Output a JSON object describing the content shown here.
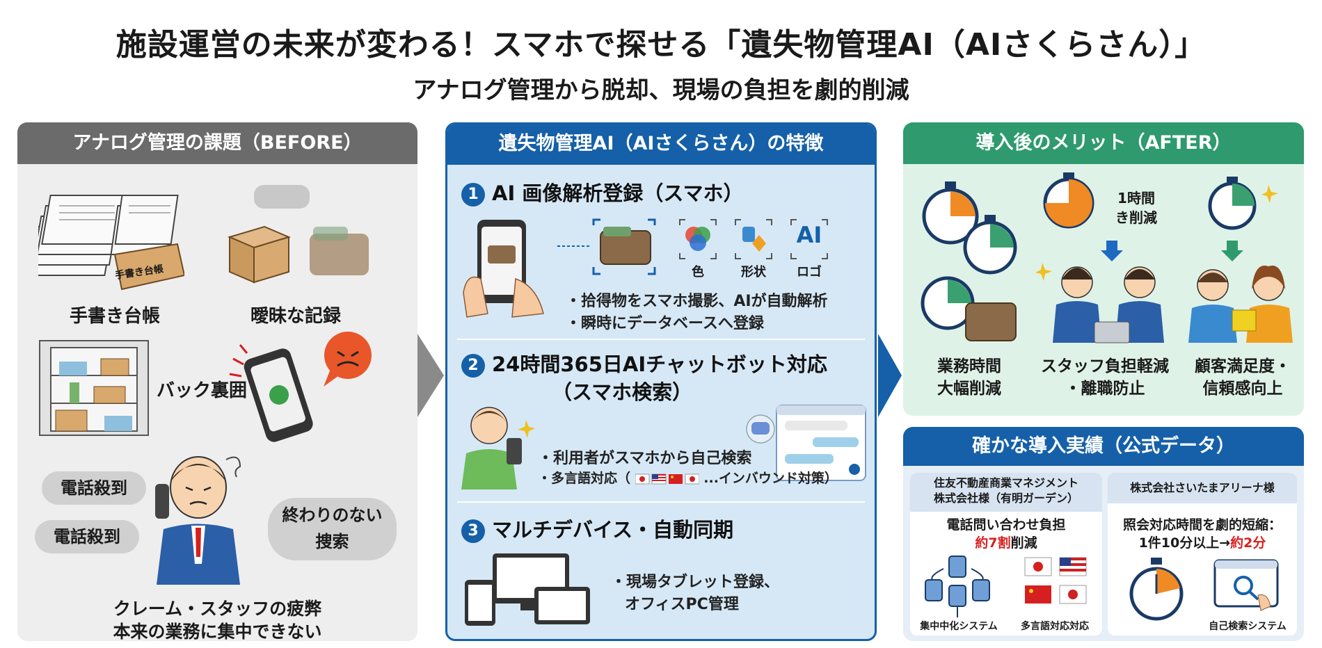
{
  "header": {
    "title": "施設運営の未来が変わる！スマホで探せる「遺失物管理AI（AIさくらさん）」",
    "subtitle": "アナログ管理から脱却、現場の負担を劇的削減"
  },
  "before": {
    "heading": "アナログ管理の課題（BEFORE）",
    "ledger_tag": "手書き台帳",
    "ledger_label": "手書き台帳",
    "vague_label": "曖昧な記録",
    "backyard_label": "バック裏囲",
    "phone_bubble_1": "電話殺到",
    "phone_bubble_2": "電話殺到",
    "search_bubble": "終わりのない\n捜索",
    "footer_line_1": "クレーム・スタッフの疲弊",
    "footer_line_2": "本来の業務に集中できない"
  },
  "features": {
    "heading": "遺失物管理AI（AIさくらさん）の特徴",
    "f1": {
      "num": "1",
      "title": "AI 画像解析登録（スマホ）",
      "icon_color": "色",
      "icon_shape": "形状",
      "icon_logo": "ロゴ",
      "ai_text": "AI",
      "bullet_1": "・拾得物をスマホ撮影、AIが自動解析",
      "bullet_2": "・瞬時にデータベースへ登録"
    },
    "f2": {
      "num": "2",
      "title_1": "24時間365日AIチャットボット対応",
      "title_2": "（スマホ検索）",
      "bullet_1": "・利用者がスマホから自己検索",
      "bullet_2a": "・多言語対応（",
      "bullet_2b": "...インバウンド対策）"
    },
    "f3": {
      "num": "3",
      "title": "マルチデバイス・自動同期",
      "bullet_1": "・現場タブレット登録、",
      "bullet_2": "オフィスPC管理"
    }
  },
  "after": {
    "heading": "導入後のメリット（AFTER）",
    "time_note": "1時間\nき削減",
    "m1": "業務時間\n大幅削減",
    "m2": "スタッフ負担軽減\n・離職防止",
    "m3": "顧客満足度・\n信頼感向上"
  },
  "results": {
    "heading": "確かな導入実績（公式データ）",
    "c1": {
      "company": "住友不動産商業マネジメント\n株式会社様（有明ガーデン）",
      "line_1": "電話問い合わせ負担",
      "highlight": "約7割",
      "line_2_suffix": "削減",
      "icon_1": "集中中化システム",
      "icon_2": "多言語対応対応"
    },
    "c2": {
      "company": "株式会社さいたまアリーナ様",
      "line_1": "照会対応時間を劇的短縮：",
      "line_2_prefix": "1件10分以上→",
      "highlight": "約2分",
      "icon_1": "自己検索システム"
    }
  },
  "colors": {
    "before": "#6b6b6b",
    "features": "#1560a8",
    "after": "#2f9a6e",
    "accent_red": "#d62020"
  }
}
